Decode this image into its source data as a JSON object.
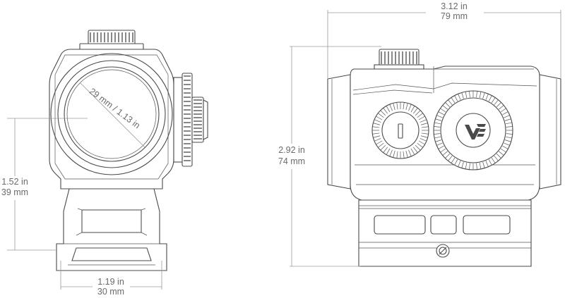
{
  "diagram": {
    "front_view": {
      "lens_diameter_label": "29 mm / 1.13 in",
      "height_in": "1.52 in",
      "height_mm": "39 mm",
      "width_in": "1.19 in",
      "width_mm": "30 mm"
    },
    "side_view": {
      "length_in": "3.12 in",
      "length_mm": "79 mm",
      "height_in": "2.92 in",
      "height_mm": "74 mm",
      "logo_mark": "VE"
    },
    "colors": {
      "outline": "#4a4a4a",
      "dimension_line": "#9a9a9a",
      "label_text": "#6a6a6a"
    },
    "icons": [
      "vortex-logo-icon",
      "turret-knob-icon",
      "screw-icon"
    ]
  }
}
